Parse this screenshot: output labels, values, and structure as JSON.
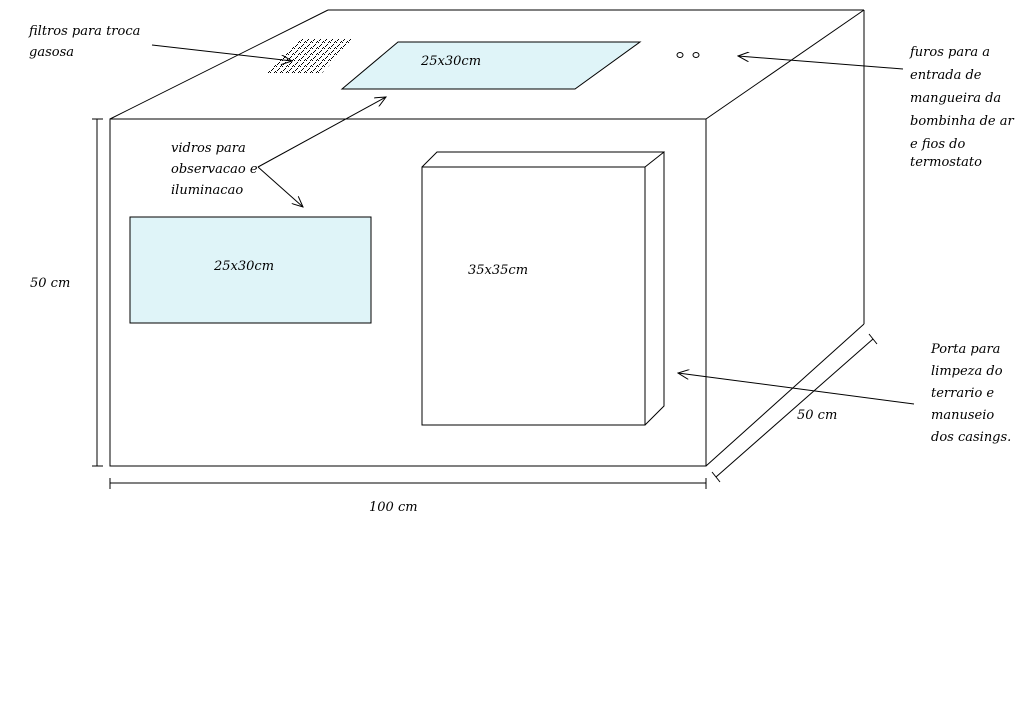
{
  "labels": {
    "filters": [
      "filtros para troca",
      "gasosa"
    ],
    "glass": [
      "vidros para",
      "observacao e",
      "iluminacao"
    ],
    "holes": [
      "furos para a",
      "entrada de",
      "mangueira da",
      "bombinha de ar",
      "e fios do",
      "termostato"
    ],
    "door_note": [
      "Porta para",
      "limpeza do",
      "terrario e",
      "manuseio",
      "dos casings."
    ]
  },
  "dimensions": {
    "height": "50 cm",
    "width": "100 cm",
    "depth": "50 cm",
    "top_window": "25x30cm",
    "front_window": "25x30cm",
    "door": "35x35cm"
  },
  "colors": {
    "glass_fill": "#dff4f8",
    "line": "#000000"
  }
}
